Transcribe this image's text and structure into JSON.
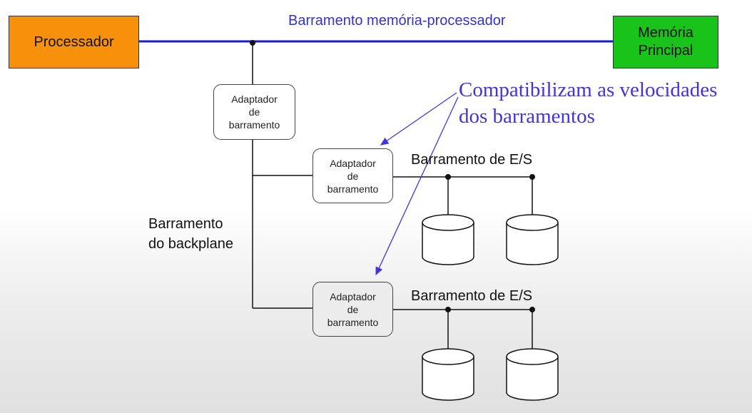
{
  "processor": {
    "label": "Processador",
    "color": "#f7900b"
  },
  "memory": {
    "label_line1": "Memória",
    "label_line2": "Principal",
    "color": "#19c319"
  },
  "memory_bus": {
    "label": "Barramento memória-processador",
    "color": "#3333cc"
  },
  "bus_adapter": {
    "line1": "Adaptador",
    "line2": "de",
    "line3": "barramento"
  },
  "io_bus": {
    "label": "Barramento de E/S"
  },
  "backplane_bus": {
    "line1": "Barramento",
    "line2": "do backplane"
  },
  "note": {
    "line1": "Compatibilizam as velocidades",
    "line2": "dos barramentos",
    "color": "#4433dd"
  }
}
